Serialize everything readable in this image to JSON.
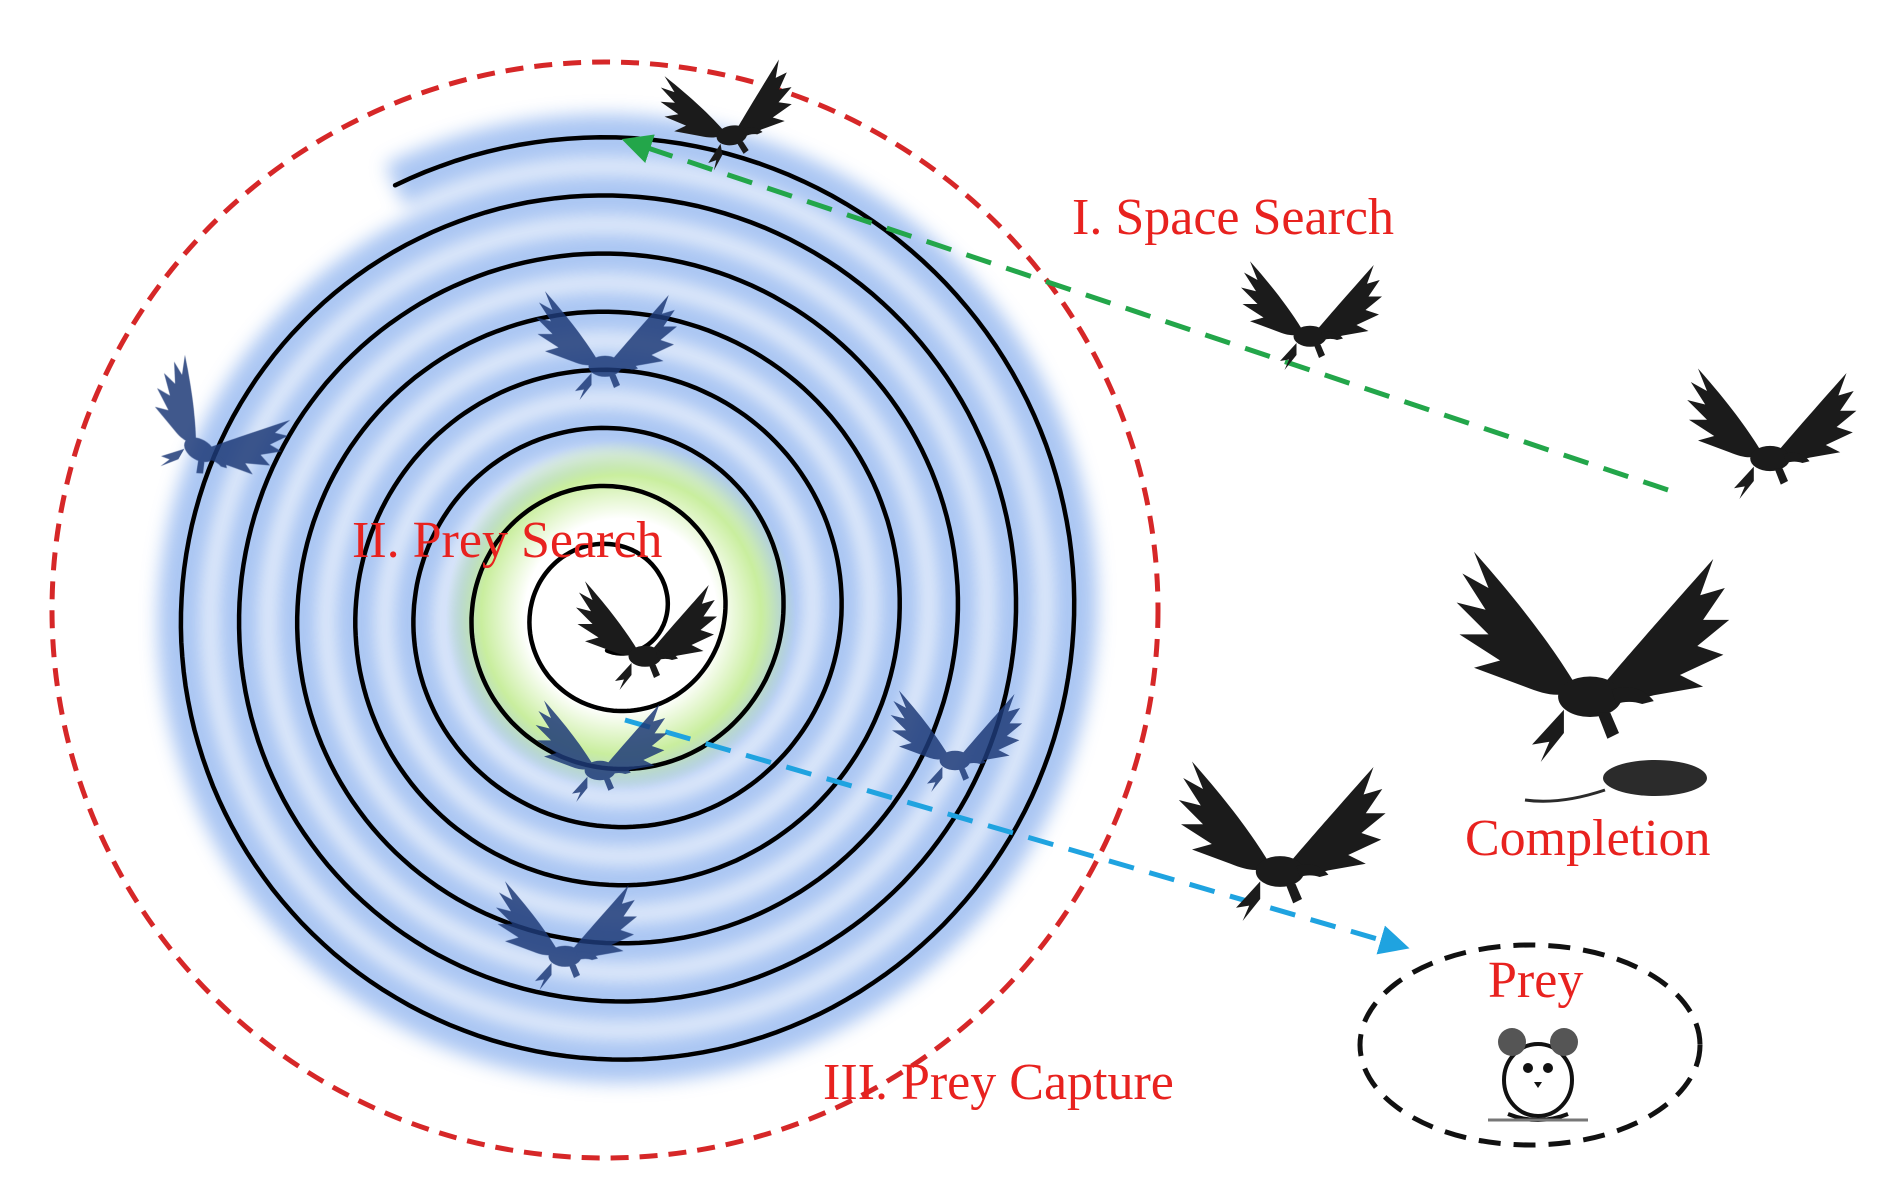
{
  "labels": {
    "space_search": "I. Space Search",
    "prey_search": "II. Prey Search",
    "prey_capture": "III. Prey Capture",
    "completion": "Completion",
    "prey": "Prey"
  },
  "colors": {
    "label": "#e8221f",
    "outer_boundary": "#d62728",
    "spiral": "#000000",
    "spiral_glow": "#8fb4ef",
    "center_glow": "#a9e07a",
    "space_search_arrow": "#23a64a",
    "prey_capture_arrow": "#1fa3e0",
    "prey_boundary": "#111111",
    "bird": "#1b1b1b",
    "bird_in_spiral": "#1e3a78"
  },
  "icons": {
    "bird": "eagle-icon",
    "captured": "eagle-with-prey-icon",
    "prey": "mouse-icon"
  }
}
